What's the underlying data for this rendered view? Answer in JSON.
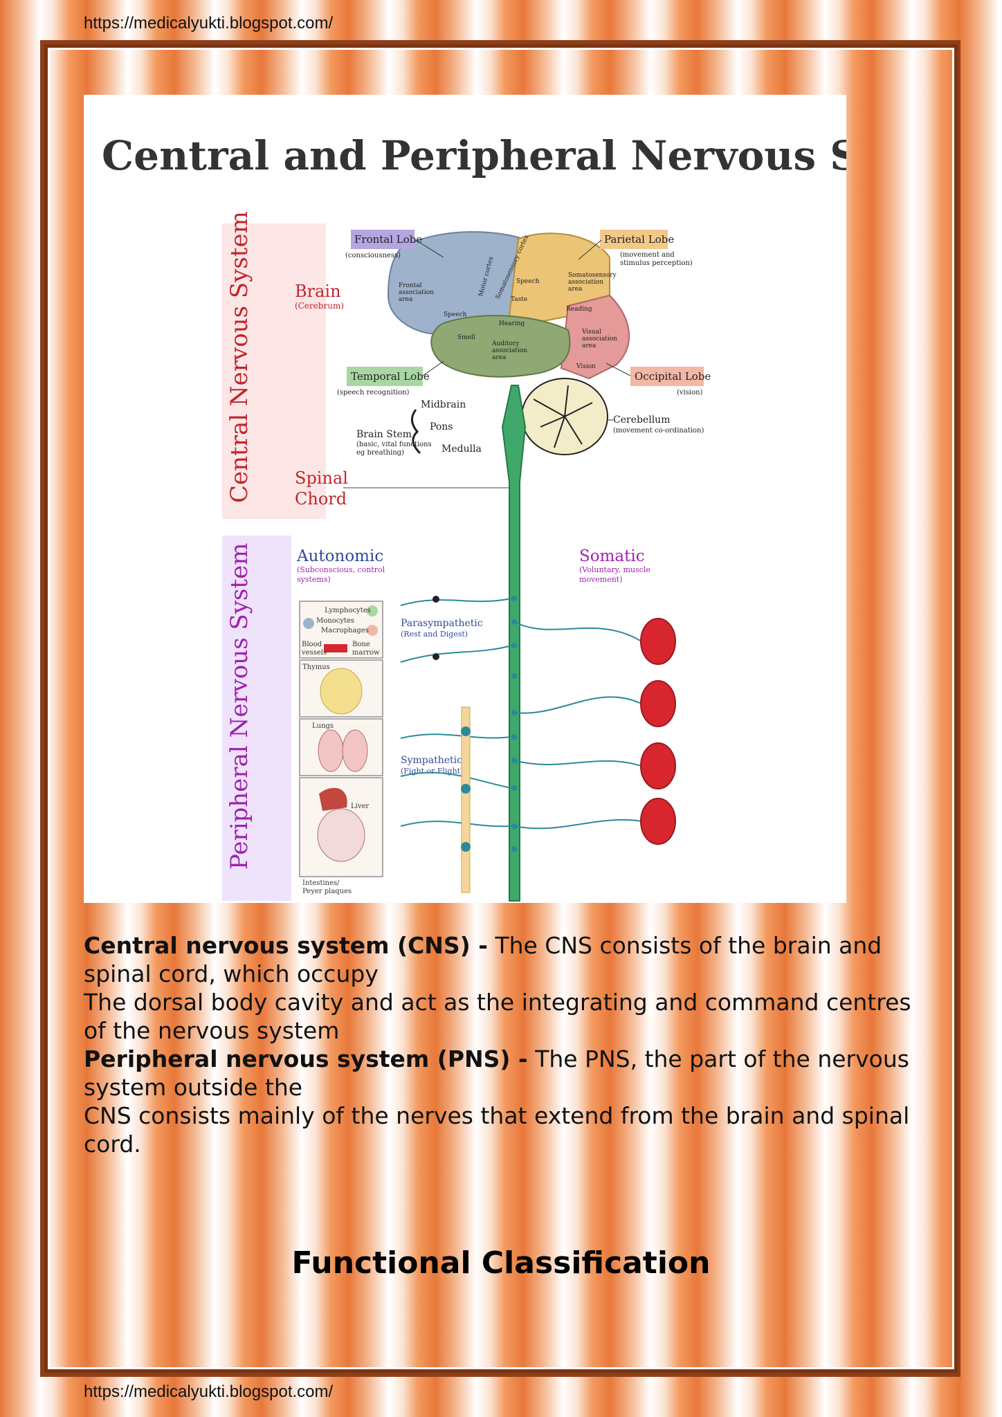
{
  "header_url": "https://medicalyukti.blogspot.com/",
  "footer_url": "https://medicalyukti.blogspot.com/",
  "diagram": {
    "title": "Central and Peripheral Nervous System",
    "cns_band": "Central Nervous System",
    "pns_band": "Peripheral Nervous System",
    "brain": "Brain",
    "cerebrum": "(Cerebrum)",
    "frontal_lobe": "Frontal Lobe",
    "frontal_note": "(consciousness)",
    "parietal_lobe": "Parietal Lobe",
    "parietal_note_1": "(movement and",
    "parietal_note_2": "stimulus perception)",
    "temporal_lobe": "Temporal Lobe",
    "temporal_note": "(speech recognition)",
    "occipital_lobe": "Occipital Lobe",
    "occipital_note": "(vision)",
    "midbrain": "Midbrain",
    "pons": "Pons",
    "medulla": "Medulla",
    "brain_stem": "Brain Stem",
    "brain_stem_note_1": "(basic, vital functions",
    "brain_stem_note_2": "eg breathing)",
    "cerebellum": "Cerebellum",
    "cerebellum_note": "(movement co-ordination)",
    "spinal_1": "Spinal",
    "spinal_2": "Chord",
    "brain_areas": {
      "frontal_assoc_1": "Frontal",
      "frontal_assoc_2": "association",
      "frontal_assoc_3": "area",
      "motor_cortex": "Motor cortex",
      "somatosensory_cortex": "Somatosensory cortex",
      "speech_1": "Speech",
      "speech_2": "Speech",
      "taste": "Taste",
      "smell": "Smell",
      "hearing": "Hearing",
      "auditory_1": "Auditory",
      "auditory_2": "association",
      "auditory_3": "area",
      "soma_assoc_1": "Somatosensory",
      "soma_assoc_2": "association",
      "soma_assoc_3": "area",
      "reading": "Reading",
      "visual_1": "Visual",
      "visual_2": "association",
      "visual_3": "area",
      "vision": "Vision"
    },
    "autonomic": "Autonomic",
    "autonomic_note_1": "(Subconscious, control",
    "autonomic_note_2": "systems)",
    "somatic": "Somatic",
    "somatic_note_1": "(Voluntary, muscle",
    "somatic_note_2": "movement)",
    "parasympathetic": "Parasympathetic",
    "parasympathetic_note": "(Rest and Digest)",
    "sympathetic": "Sympathetic",
    "sympathetic_note": "(Fight or Flight)",
    "organs": {
      "lymphocytes": "Lymphocytes",
      "monocytes": "Monocytes",
      "macrophages": "Macrophages",
      "blood": "Blood",
      "vessels": "vessels",
      "bone": "Bone",
      "marrow": "marrow",
      "thymus": "Thymus",
      "lungs": "Lungs",
      "liver": "Liver",
      "intestines_1": "Intestines/",
      "intestines_2": "Peyer plaques"
    }
  },
  "paragraphs": {
    "cns_term": "Central nervous system (CNS) -",
    "cns_text": " The CNS consists of the brain and spinal cord, which occupy",
    "cns_text2": "The dorsal body cavity and act as the integrating and command centres of the nervous system",
    "pns_term": "Peripheral nervous system (PNS) -",
    "pns_text": " The PNS, the part of the nervous system outside the",
    "pns_text2": "CNS consists mainly of the nerves that extend from the brain and spinal cord."
  },
  "section_heading": "Functional Classification",
  "colors": {
    "page_orange": "#e8783a",
    "frame_brown": "#8d3f1a",
    "cns_red": "#c0262b",
    "pns_purple": "#a020b0",
    "spinal_green": "#3fa86a",
    "nerve_teal": "#2a8a9a",
    "muscle_red": "#d8262e"
  }
}
